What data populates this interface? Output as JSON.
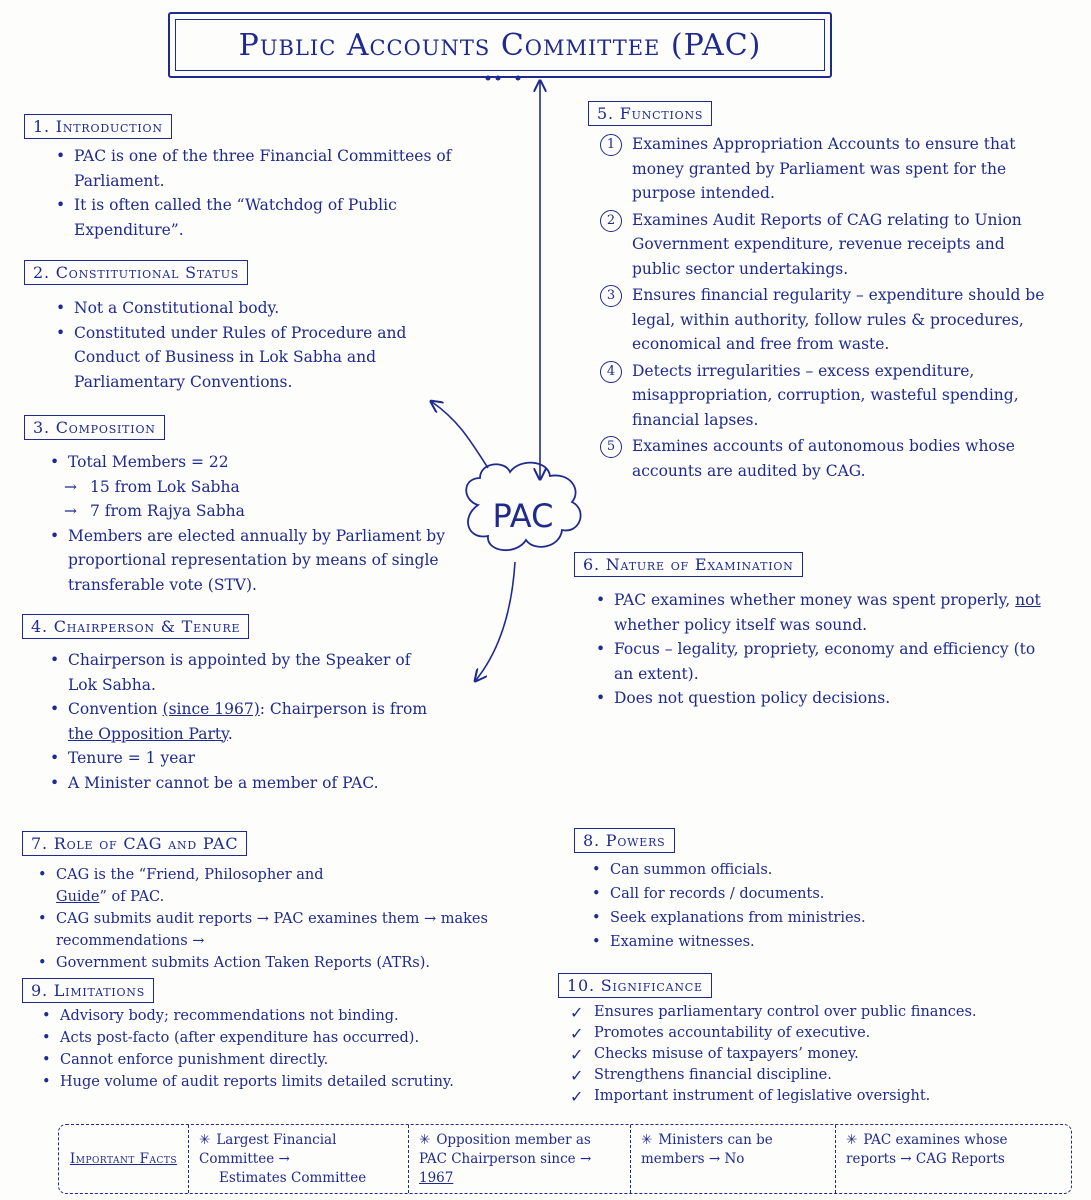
{
  "title": "Public Accounts Committee (PAC)",
  "center": "PAC",
  "s1": {
    "header": "1. Introduction",
    "items": [
      "PAC is one of the three Financial Committees of Parliament.",
      "It is often called the “Watchdog of Public Expenditure”."
    ]
  },
  "s2": {
    "header": "2. Constitutional Status",
    "items": [
      "Not a Constitutional body.",
      "Constituted under Rules of Procedure and Conduct of Business in Lok Sabha and Parliamentary Conventions."
    ]
  },
  "s3": {
    "header": "3. Composition",
    "items": [
      "Total Members = 22",
      "15 from Lok Sabha",
      "7 from Rajya Sabha",
      "Members are elected annually by Parliament by proportional representation by means of single transferable vote (STV)."
    ]
  },
  "s4": {
    "header": "4. Chairperson & Tenure",
    "items": [
      "Chairperson is appointed by the Speaker of Lok Sabha.",
      "Convention",
      "(since 1967)",
      ": Chairperson is from",
      "the Opposition Party",
      ".",
      "Tenure = 1 year",
      "A Minister cannot be a member of PAC."
    ]
  },
  "s5": {
    "header": "5. Functions",
    "items": [
      {
        "num": "1",
        "text": "Examines Appropriation Accounts to ensure that money granted by Parliament was spent for the purpose intended."
      },
      {
        "num": "2",
        "text": "Examines Audit Reports of CAG relating to Union Government expenditure, revenue receipts and public sector undertakings."
      },
      {
        "num": "3",
        "text": "Ensures financial regularity – expenditure should be legal, within authority, follow rules & procedures, economical and free from waste."
      },
      {
        "num": "4",
        "text": "Detects irregularities – excess expenditure, misappropriation, corruption, wasteful spending, financial lapses."
      },
      {
        "num": "5",
        "text": "Examines accounts of autonomous bodies whose accounts are audited by CAG."
      }
    ]
  },
  "s6": {
    "header": "6. Nature of Examination",
    "items": [
      "PAC examines whether money was spent properly,",
      "not",
      "whether policy itself was sound.",
      "Focus – legality, propriety, economy and efficiency (to an extent).",
      "Does not question policy decisions."
    ]
  },
  "s7": {
    "header": "7. Role of CAG and PAC",
    "items": [
      "CAG is the “Friend, Philosopher and",
      "Guide",
      "” of PAC.",
      "CAG submits audit reports → PAC examines them → makes recommendations →",
      "Government submits Action Taken Reports (ATRs)."
    ]
  },
  "s8": {
    "header": "8. Powers",
    "items": [
      "Can summon officials.",
      "Call for records / documents.",
      "Seek explanations from ministries.",
      "Examine witnesses."
    ]
  },
  "s9": {
    "header": "9. Limitations",
    "items": [
      "Advisory body; recommendations not binding.",
      "Acts post-facto (after expenditure has occurred).",
      "Cannot enforce punishment directly.",
      "Huge volume of audit reports limits detailed scrutiny."
    ]
  },
  "s10": {
    "header": "10. Significance",
    "items": [
      "Ensures parliamentary control over public finances.",
      "Promotes accountability of executive.",
      "Checks misuse of taxpayers’ money.",
      "Strengthens financial discipline.",
      "Important instrument of legislative oversight."
    ]
  },
  "facts": {
    "label": "Important Facts",
    "c1a": "Largest Financial Committee →",
    "c1b": "Estimates Committee",
    "c2a": "Opposition member as PAC Chairperson since →",
    "c2b": "1967",
    "c3": "Ministers can be members → No",
    "c4": "PAC examines whose reports → CAG Reports"
  }
}
